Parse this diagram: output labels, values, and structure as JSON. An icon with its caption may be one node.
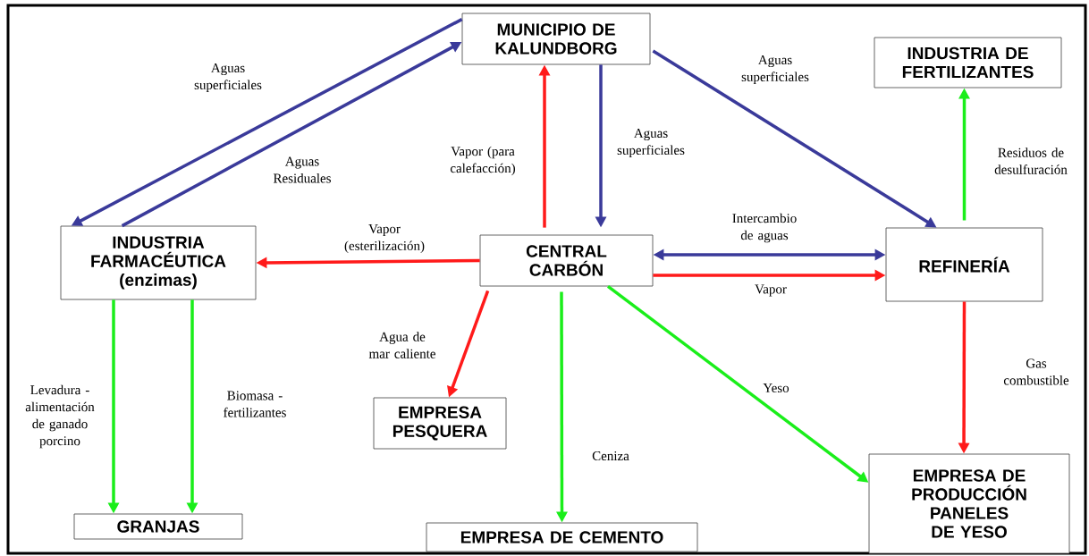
{
  "diagram": {
    "nodes": [
      {
        "text": [
          "MUNICIPIO DE KALUNDBORG"
        ]
      },
      {
        "text": [
          "INDUSTRIA DE FERTILIZANTES"
        ]
      },
      {
        "text": [
          "INDUSTRIA FARMACÉUTICA (enzimas)"
        ]
      },
      {
        "text": [
          "CENTRAL CARBÓN"
        ]
      },
      {
        "text": [
          "REFINERÍA"
        ]
      },
      {
        "text": [
          "EMPRESA PESQUERA"
        ]
      },
      {
        "text": [
          "GRANJAS"
        ]
      },
      {
        "text": [
          "EMPRESA DE CEMENTO"
        ]
      },
      {
        "text": [
          "EMPRESA DE PRODUCCIÓN PANELES DE YESO"
        ]
      }
    ],
    "edges": [
      {
        "from": 0,
        "to": 2,
        "arrow": "to",
        "label": "Aguas superficiales",
        "color": "#3a3a9a"
      },
      {
        "from": 2,
        "to": 0,
        "arrow": "to",
        "label": "Aguas Residuales",
        "color": "#3a3a9a"
      },
      {
        "from": 3,
        "to": 0,
        "arrow": "to",
        "label": "Vapor (para calefacción)",
        "color": "#ff1a1a"
      },
      {
        "from": 0,
        "to": 3,
        "arrow": "to",
        "label": "Aguas superficiales",
        "color": "#3a3a9a"
      },
      {
        "from": 0,
        "to": 4,
        "arrow": "to",
        "label": "Aguas superficiales",
        "color": "#3a3a9a"
      },
      {
        "from": 4,
        "to": 1,
        "arrow": "to",
        "label": "Residuos de desulfuración",
        "color": "#1aee1a"
      },
      {
        "from": 3,
        "to": 2,
        "arrow": "to",
        "label": "Vapor (esterilización)",
        "color": "#ff1a1a"
      },
      {
        "from": 3,
        "to": 4,
        "arrow": "both",
        "label": "Intercambio de aguas",
        "color": "#3a3a9a"
      },
      {
        "from": 3,
        "to": 4,
        "arrow": "to",
        "label": "Vapor",
        "color": "#ff1a1a"
      },
      {
        "from": 2,
        "to": 6,
        "arrow": "to",
        "label": "Levadura - alimentación de ganado porcino",
        "color": "#1aee1a"
      },
      {
        "from": 2,
        "to": 6,
        "arrow": "to",
        "label": "Biomasa - fertilizantes",
        "color": "#1aee1a"
      },
      {
        "from": 3,
        "to": 5,
        "arrow": "to",
        "label": "Agua de mar caliente",
        "color": "#ff1a1a"
      },
      {
        "from": 3,
        "to": 7,
        "arrow": "to",
        "label": "Ceniza",
        "color": "#1aee1a"
      },
      {
        "from": 3,
        "to": 8,
        "arrow": "to",
        "label": "Yeso",
        "color": "#1aee1a"
      },
      {
        "from": 4,
        "to": 8,
        "arrow": "to",
        "label": "Gas combustible",
        "color": "#ff1a1a"
      }
    ]
  }
}
